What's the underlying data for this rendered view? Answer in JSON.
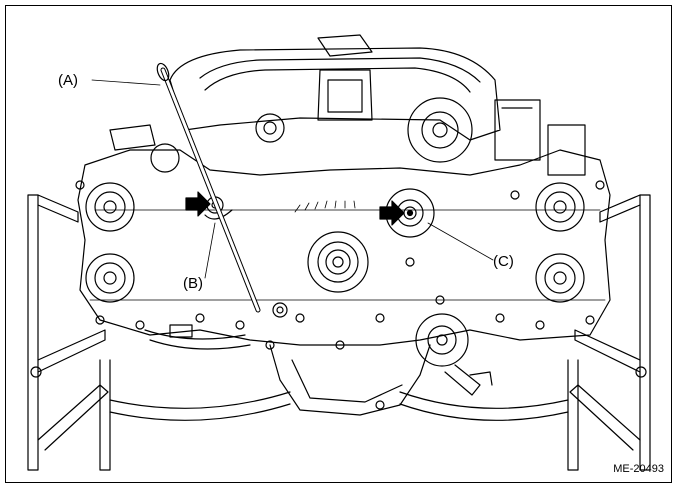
{
  "diagram": {
    "subject": "engine front view with oil level gauge",
    "callouts": [
      {
        "id": "A",
        "text": "(A)"
      },
      {
        "id": "B",
        "text": "(B)"
      },
      {
        "id": "C",
        "text": "(C)"
      }
    ],
    "reference_code": "ME-20493",
    "colors": {
      "line": "#000000",
      "background": "#ffffff"
    }
  }
}
